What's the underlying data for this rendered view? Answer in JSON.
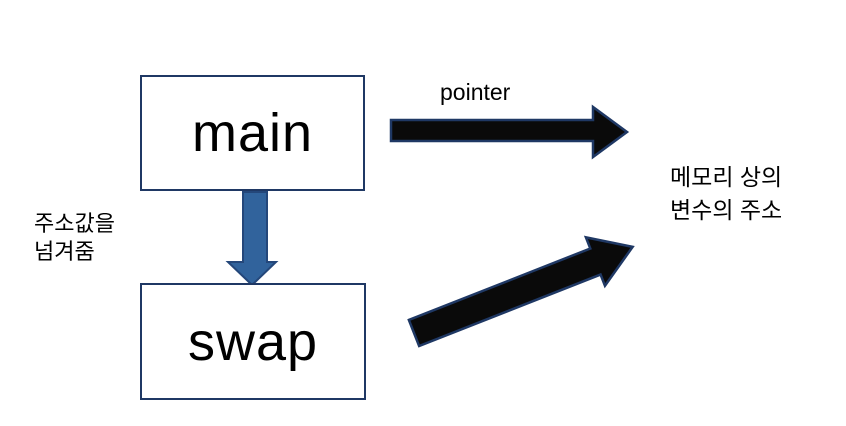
{
  "diagram": {
    "boxes": {
      "main": {
        "label": "main"
      },
      "swap": {
        "label": "swap"
      }
    },
    "arrows": {
      "pointer_arrow": {
        "label": "pointer",
        "direction": "right",
        "from": "main",
        "to": "memory-note",
        "fill": "#0a0a0a",
        "outline": "#1F3864"
      },
      "pass_address_arrow": {
        "direction": "down",
        "from": "main",
        "to": "swap",
        "fill": "#31639C",
        "outline": "#24477A"
      },
      "swap_to_memory_arrow": {
        "direction": "up-right",
        "from": "swap",
        "to": "memory-note",
        "fill": "#0a0a0a",
        "outline": "#1F3864"
      }
    },
    "annotations": {
      "pass_address": {
        "line1": "주소값을",
        "line2": "넘겨줌"
      },
      "memory_note": {
        "line1": "메모리 상의",
        "line2": "변수의 주소"
      }
    },
    "colors": {
      "box_border": "#1F3864",
      "box_fill": "#FFFFFF",
      "text": "#000000",
      "black_arrow_fill": "#0a0a0a",
      "blue_arrow_fill": "#31639C",
      "arrow_outline": "#1F3864"
    }
  }
}
